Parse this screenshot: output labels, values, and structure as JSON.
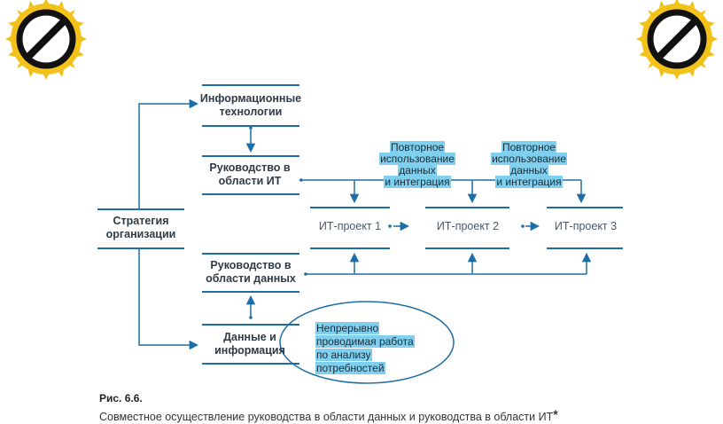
{
  "diagram": {
    "nodes": {
      "it": "Информационные технологии",
      "it_governance": "Руководство в области ИТ",
      "strategy": "Стратегия организации",
      "data_governance": "Руководство в области данных",
      "data": "Данные и информация"
    },
    "projects": [
      "ИТ-проект 1",
      "ИТ-проект 2",
      "ИТ-проект 3"
    ],
    "reuse_notes": [
      [
        "Повторное",
        "использование",
        "данных",
        "и интеграция"
      ],
      [
        "Повторное",
        "использование",
        "данных",
        "и интеграция"
      ]
    ],
    "oval_note": [
      "Непрерывно",
      "проводимая работа",
      "по анализу",
      "потребностей"
    ]
  },
  "caption": {
    "title": "Рис. 6.6.",
    "text": "Совместное осуществление руководства в области данных и руководства в области ИТ",
    "mark": "*"
  },
  "colors": {
    "line": "#1d6ea6",
    "highlight": "#7fd0ee",
    "badge": "#f2c21b"
  },
  "icons": [
    "no-entry-badge-icon",
    "no-entry-badge-icon"
  ]
}
